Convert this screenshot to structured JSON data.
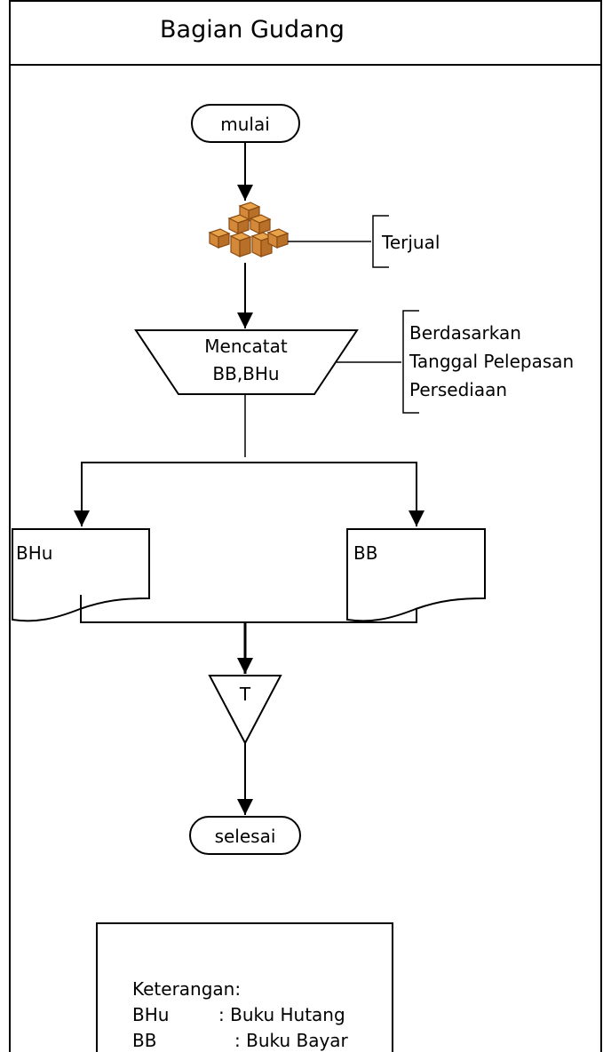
{
  "lane": {
    "title": "Bagian Gudang"
  },
  "nodes": {
    "start": "mulai",
    "goods_note": "Terjual",
    "process_line1": "Mencatat",
    "process_line2": "BB,BHu",
    "process_note_line1": "Berdasarkan",
    "process_note_line2": "Tanggal Pelepasan",
    "process_note_line3": "Persediaan",
    "doc_left": "BHu",
    "doc_right": "BB",
    "storage": "T",
    "end": "selesai"
  },
  "legend": {
    "heading": "Keterangan:",
    "rows": [
      {
        "abbr": "BHu",
        "meaning": ": Buku Hutang"
      },
      {
        "abbr": "BB",
        "meaning": ": Buku Bayar"
      }
    ]
  },
  "colors": {
    "line": "#000000",
    "box_fill": "#ffffff",
    "goods_fill": "#e8a34a",
    "goods_dark": "#8a4b12"
  },
  "icons": {
    "goods": "boxes-icon"
  }
}
